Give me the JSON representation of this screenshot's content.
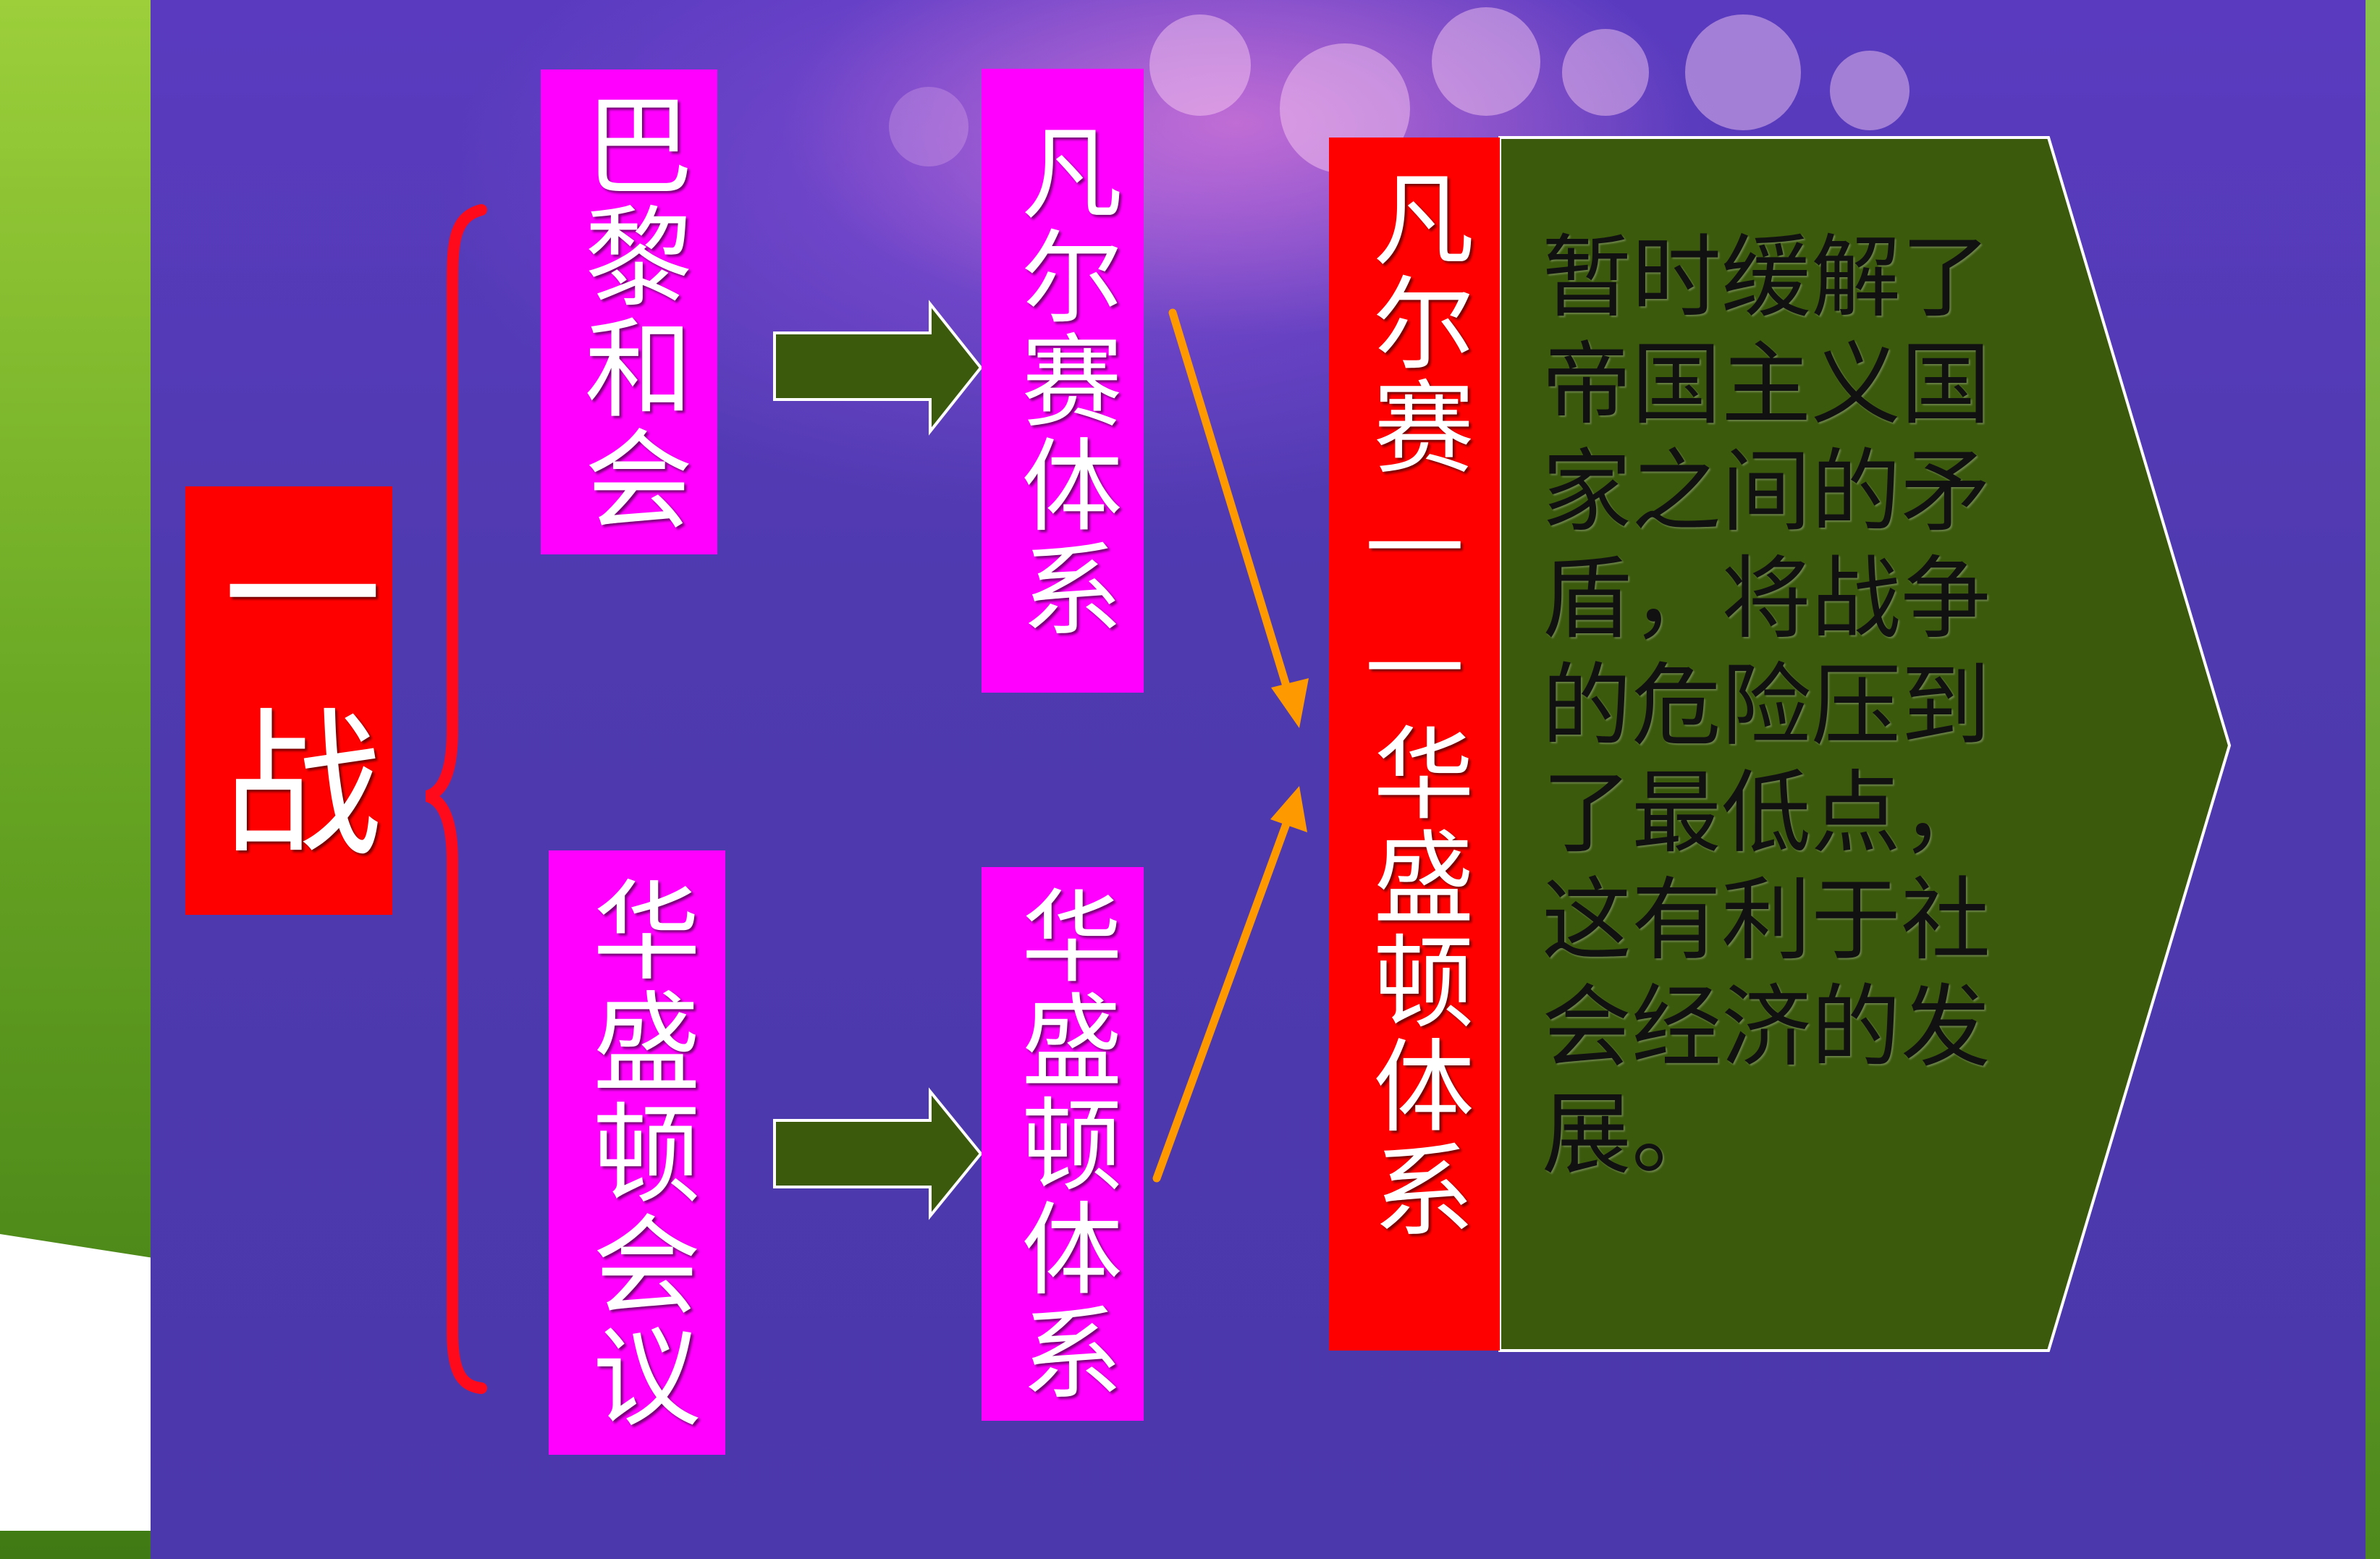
{
  "diagram": {
    "root": "一战",
    "conferences": [
      {
        "name": "巴黎和会",
        "result": "凡尔赛体系"
      },
      {
        "name": "华盛顿会议",
        "result": "华盛顿体系"
      }
    ],
    "combined_system": "凡尔赛——华盛顿体系",
    "significance": "暂时缓解了帝国主义国家之间的矛盾，将战争的危险压到了最低点，这有利于社会经济的发展。"
  },
  "colors": {
    "background": "#5a3bc0",
    "label_magenta": "#ff00ff",
    "label_red": "#ff0000",
    "arrow_dark_green": "#3b5a0c",
    "arrow_orange": "#ff9900",
    "brace_red": "#ff0a1a",
    "text_box_green": "#3b5a0c"
  },
  "icons": [
    "right-arrow-icon",
    "curly-brace-icon"
  ]
}
